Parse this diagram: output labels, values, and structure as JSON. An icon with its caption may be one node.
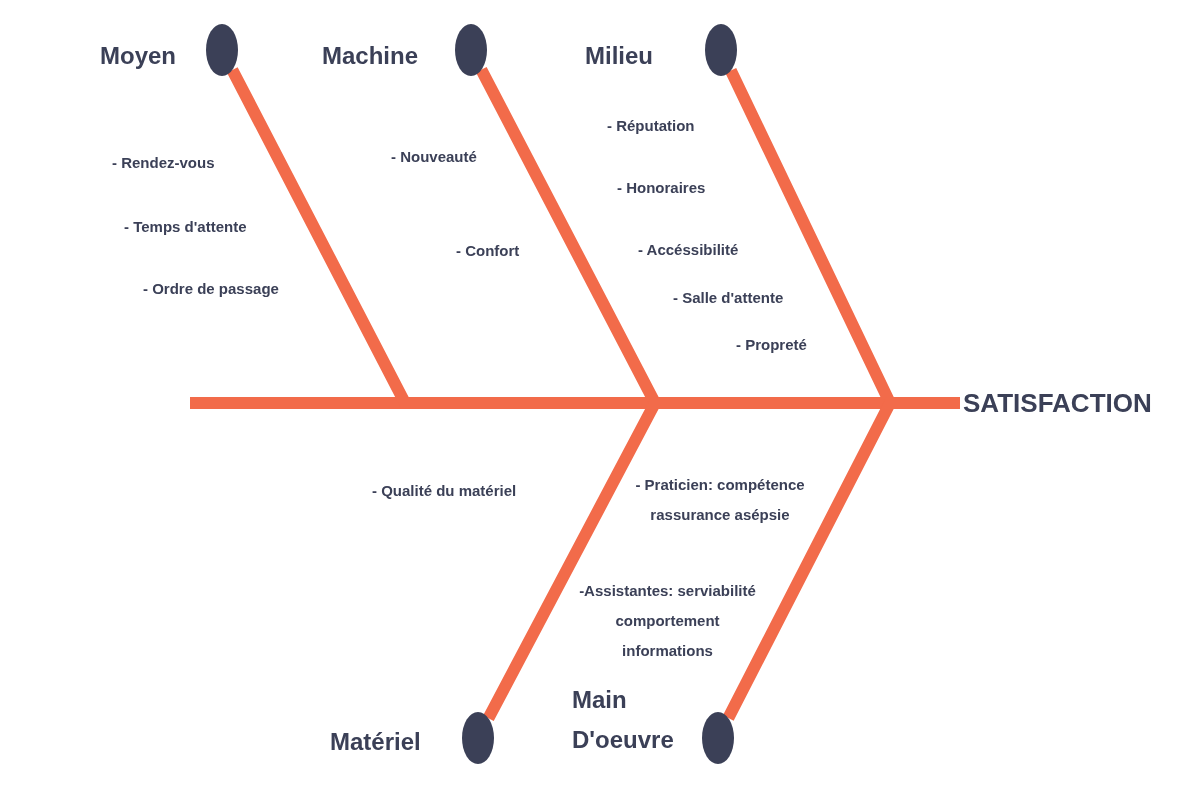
{
  "diagram": {
    "nodes": [
      {
        "text": [
          "Moyen"
        ]
      },
      {
        "text": [
          "Machine"
        ]
      },
      {
        "text": [
          "Milieu"
        ]
      },
      {
        "text": [
          "Matériel"
        ]
      },
      {
        "text": [
          "Main D'oeuvre"
        ]
      },
      {
        "text": [
          "SATISFACTION"
        ]
      }
    ],
    "edges": [
      {
        "from": null,
        "to": 5,
        "arrow": "none"
      },
      {
        "from": 0,
        "to": 5,
        "arrow": "none"
      },
      {
        "from": 1,
        "to": 5,
        "arrow": "none"
      },
      {
        "from": 2,
        "to": 5,
        "arrow": "none"
      },
      {
        "from": 3,
        "to": 5,
        "arrow": "none"
      },
      {
        "from": 4,
        "to": 5,
        "arrow": "none"
      }
    ],
    "labels": [
      "- Réputation",
      "- Rendez-vous",
      "- Nouveauté",
      "- Honoraires",
      "- Temps d'attente",
      "- Confort",
      "- Accéssibilité",
      "- Ordre de passage",
      "- Salle d'attente",
      "- Propreté",
      "- Qualité du matériel",
      "- Praticien: compétence rassurance asépsie",
      "-Assistantes: serviabilité comportement informations"
    ]
  }
}
